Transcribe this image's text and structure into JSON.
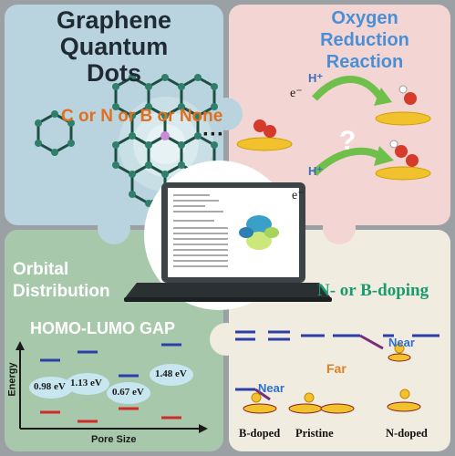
{
  "panels": {
    "gqd": {
      "title_line1": "Graphene",
      "title_line2": "Quantum",
      "title_line3": "Dots",
      "dopant_text": "C or N or B or None",
      "ellipsis": "···"
    },
    "orr": {
      "title_line1": "Oxygen",
      "title_line2": "Reduction",
      "title_line3": "Reaction",
      "h_plus": "H⁺",
      "electron": "e⁻",
      "question": "?"
    },
    "orbital": {
      "title_line1": "Orbital",
      "title_line2": "Distribution"
    },
    "gap": {
      "title": "HOMO-LUMO GAP",
      "y_axis": "Energy",
      "x_axis": "Pore Size",
      "values": [
        "0.98 eV",
        "1.13 eV",
        "0.67 eV",
        "1.48 eV"
      ]
    },
    "doping": {
      "title": "N- or B-doping",
      "near_top": "Near",
      "far": "Far",
      "near_left": "Near",
      "labels": [
        "B-doped",
        "Pristine",
        "N-doped"
      ]
    }
  },
  "colors": {
    "gqd_bg": "#b9d3df",
    "orr_bg": "#f3d6d4",
    "orbital_bg": "#a7c8ab",
    "doping_bg": "#f1ece0",
    "accent_blue": "#4a8fd6",
    "accent_orange": "#e0701e",
    "accent_green": "#1a9a6e"
  }
}
